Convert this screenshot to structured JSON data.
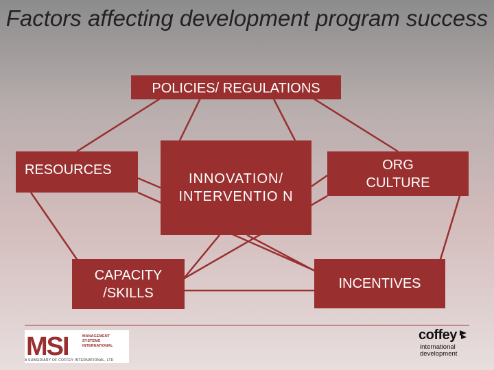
{
  "title": "Factors affecting development program success",
  "boxes": {
    "policies": "POLICIES/ REGULATIONS",
    "resources": "RESOURCES",
    "innovation": "INNOVATION/ INTERVENTIO N",
    "culture": "ORG CULTURE",
    "capacity": "CAPACITY /SKILLS",
    "incentives": "INCENTIVES"
  },
  "logos": {
    "msi_mark": "MSI",
    "msi_name": "MANAGEMENT SYSTEMS INTERNATIONAL",
    "msi_tagline": "A SUBSIDIARY OF COFFEY INTERNATIONAL, LTD",
    "coffey_word": "coffey",
    "coffey_sub": "international development"
  },
  "colors": {
    "box": "#99302f",
    "line": "#99302f"
  }
}
